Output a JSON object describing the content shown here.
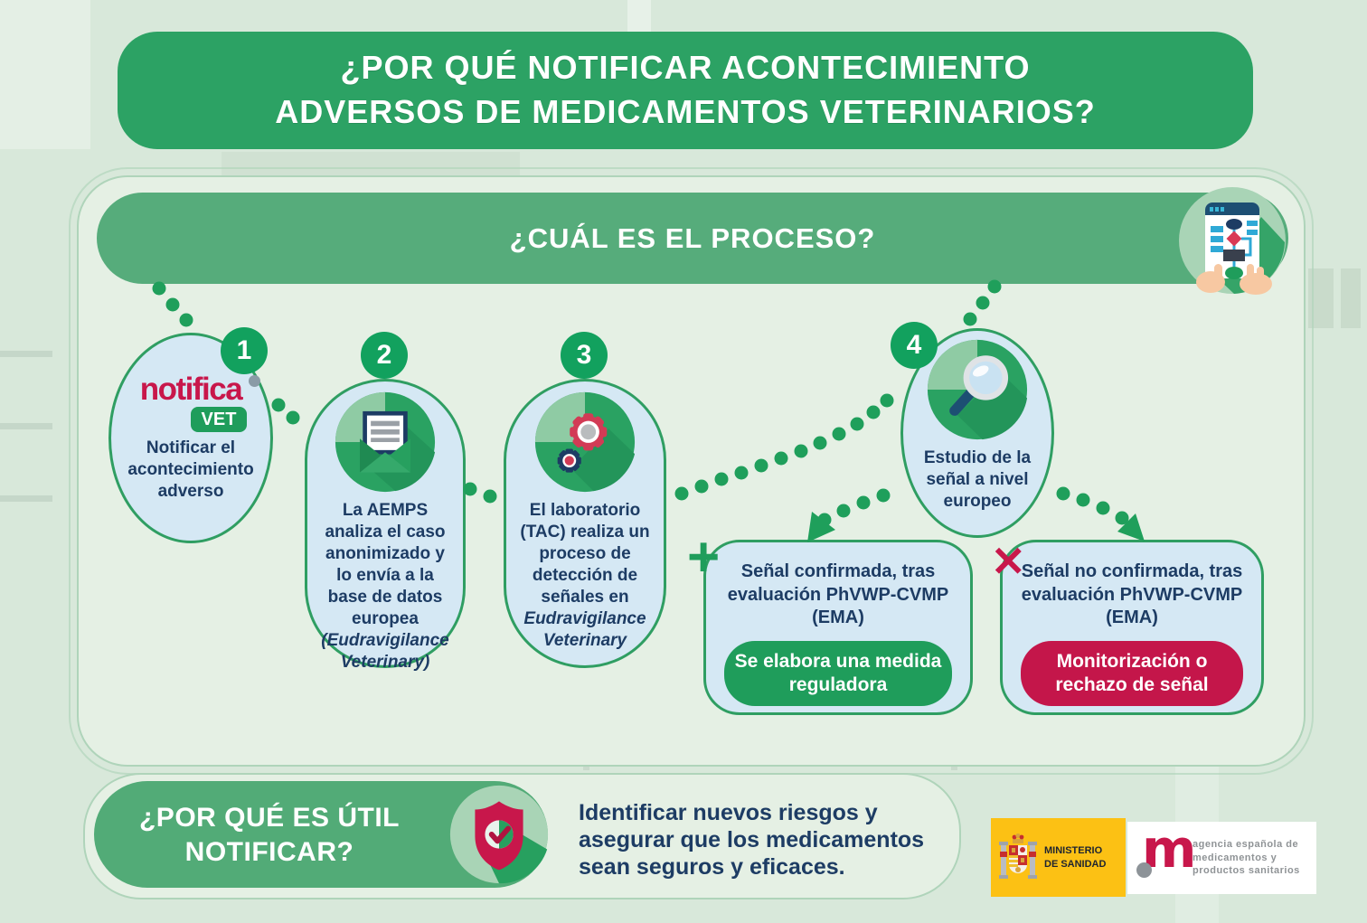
{
  "banner": {
    "line1": "¿POR QUÉ NOTIFICAR ACONTECIMIENTO",
    "line2": "ADVERSOS DE MEDICAMENTOS VETERINARIOS?"
  },
  "process": {
    "header": "¿CUÁL ES EL PROCESO?",
    "steps": [
      {
        "number": "1",
        "logo": "notifica",
        "logo_badge": "VET",
        "text": "Notificar el acontecimiento adverso"
      },
      {
        "number": "2",
        "text": "La AEMPS analiza el caso anonimizado y lo envía a la base de datos europea ",
        "italic": "(Eudravigilance Veterinary)"
      },
      {
        "number": "3",
        "text": "El laboratorio (TAC) realiza un proceso de detección de señales en ",
        "italic": "Eudravigilance Veterinary"
      },
      {
        "number": "4",
        "text": "Estudio de la señal a nivel europeo"
      }
    ],
    "outcomes": [
      {
        "symbol": "+",
        "heading": "Señal confirmada, tras evaluación PhVWP-CVMP (EMA)",
        "action": "Se elabora una medida reguladora"
      },
      {
        "symbol": "✕",
        "heading": "Señal no confirmada, tras evaluación PhVWP-CVMP (EMA)",
        "action": "Monitorización o rechazo de señal"
      }
    ]
  },
  "footer": {
    "question": "¿POR QUÉ ES ÚTIL NOTIFICAR?",
    "answer": "Identificar nuevos riesgos y asegurar que los medicamentos sean seguros y eficaces.",
    "ministry": {
      "line1": "MINISTERIO",
      "line2": "DE SANIDAD"
    },
    "agency": {
      "line1": "agencia española de",
      "line2": "medicamentos y",
      "line3": "productos sanitarios"
    }
  },
  "colors": {
    "banner_green": "#2ca264",
    "header_green": "#56ac7b",
    "badge_green": "#12a15e",
    "dot_green": "#1f9f5b",
    "bubble_blue": "#d5e8f4",
    "bubble_border": "#2f9e62",
    "navy_text": "#1d3c64",
    "crimson": "#c8174b",
    "action_green": "#1f9d5b",
    "action_red": "#c4164a",
    "footer_green": "#52ab77",
    "ministry_yellow": "#fcc114"
  }
}
